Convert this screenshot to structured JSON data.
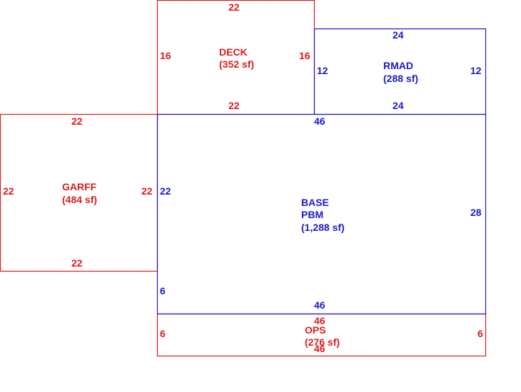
{
  "colors": {
    "red_area": "#dc1c1c",
    "blue_area": "#1a1ac8"
  },
  "areas": {
    "deck": {
      "name": "DECK",
      "size": "(352 sf)",
      "dim_top": "22",
      "dim_bottom": "22",
      "dim_left": "16",
      "dim_right": "16"
    },
    "rmad": {
      "name": "RMAD",
      "size": "(288 sf)",
      "dim_top": "24",
      "dim_bottom": "24",
      "dim_left": "12",
      "dim_right": "12"
    },
    "garff": {
      "name": "GARFF",
      "size": "(484 sf)",
      "dim_top": "22",
      "dim_bottom": "22",
      "dim_left": "22",
      "dim_right": "22"
    },
    "base": {
      "name_line1": "BASE",
      "name_line2": "PBM",
      "size": "(1,288 sf)",
      "dim_top": "46",
      "dim_bottom": "46",
      "dim_left_upper": "22",
      "dim_left_lower": "6",
      "dim_right": "28"
    },
    "ops": {
      "name": "OPS",
      "size": "(276 sf)",
      "dim_top": "46",
      "dim_bottom": "46",
      "dim_left": "6",
      "dim_right": "6"
    }
  }
}
